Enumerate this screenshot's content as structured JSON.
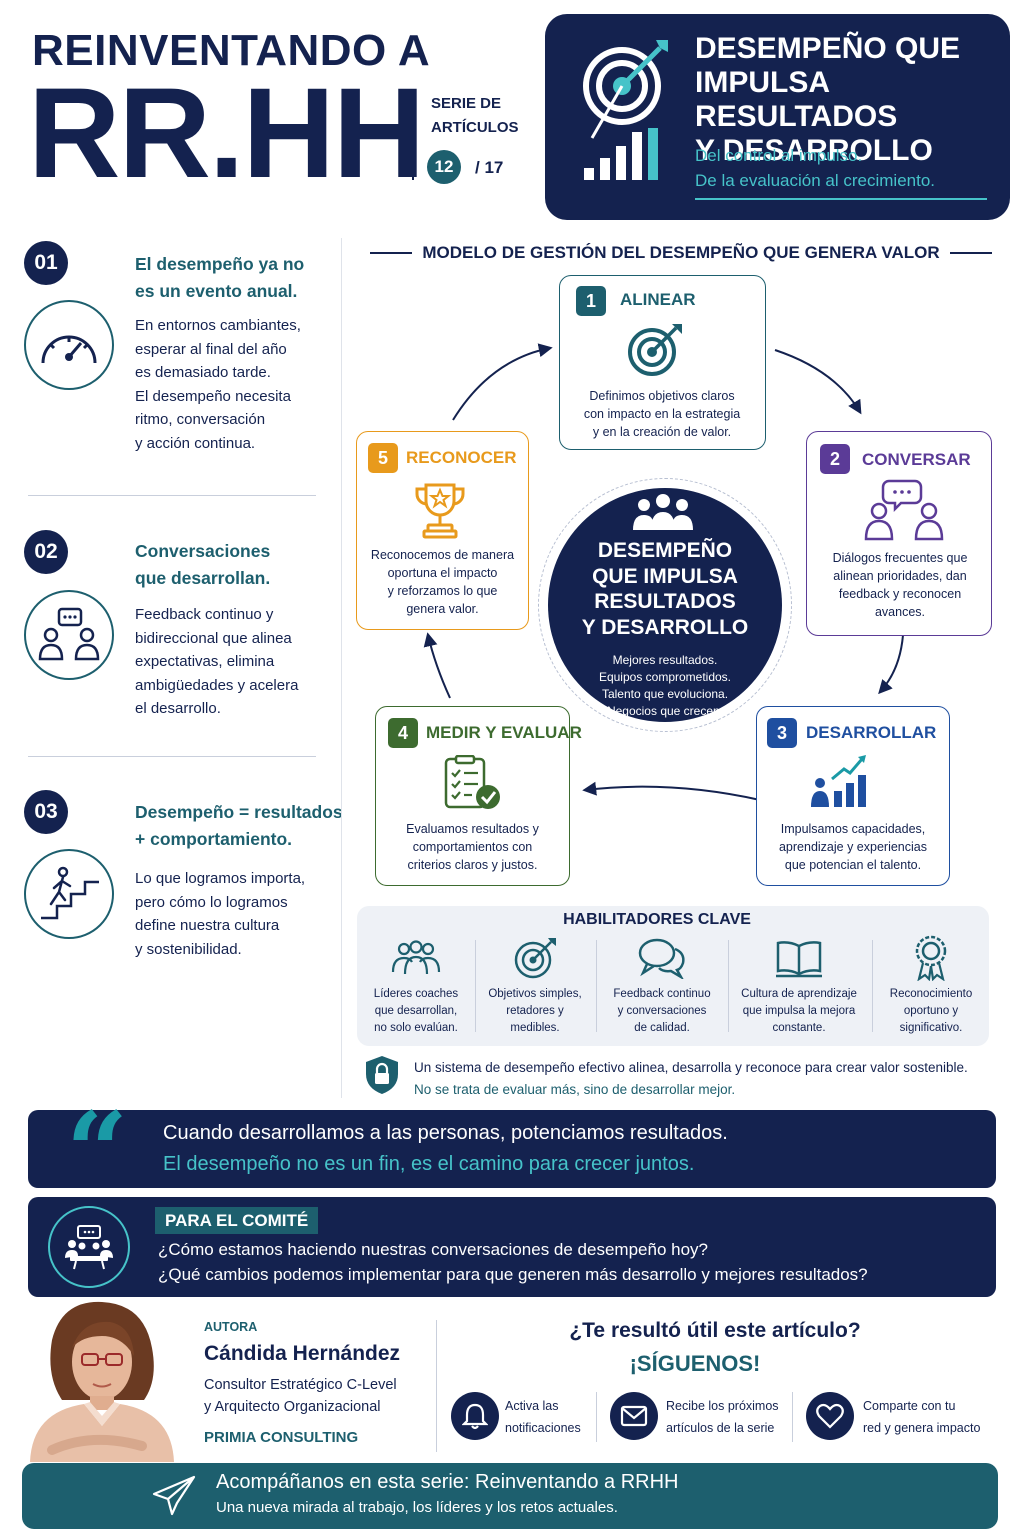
{
  "header": {
    "pre_title": "REINVENTANDO A",
    "big_title": "RR.HH.",
    "series_label_1": "SERIE DE",
    "series_label_2": "ARTÍCULOS",
    "series_current": "12",
    "series_total": "/ 17"
  },
  "hero": {
    "title_1": "DESEMPEÑO QUE",
    "title_2": "IMPULSA RESULTADOS",
    "title_3": "Y DESARROLLO",
    "subtitle_1": "Del control al impulso.",
    "subtitle_2": "De la evaluación al crecimiento.",
    "icon": "target-growth-icon"
  },
  "left_points": [
    {
      "number": "01",
      "title_1": "El desempeño ya no",
      "title_2": "es un evento anual.",
      "body": "En entornos cambiantes,\nesperar al final del año\nes demasiado tarde.\nEl desempeño necesita\nritmo, conversación\ny acción continua.",
      "icon": "speedometer-icon"
    },
    {
      "number": "02",
      "title_1": "Conversaciones",
      "title_2": "que desarrollan.",
      "body": "Feedback continuo y\nbidireccional que alinea\nexpectativas, elimina\nambigüedades y acelera\nel desarrollo.",
      "icon": "conversation-icon"
    },
    {
      "number": "03",
      "title_1": "Desempeño = resultados",
      "title_2": "+ comportamiento.",
      "body": "Lo que logramos importa,\npero cómo lo logramos\ndefine nuestra cultura\ny sostenibilidad.",
      "icon": "stairs-climber-icon"
    }
  ],
  "model": {
    "title": "MODELO DE GESTIÓN DEL DESEMPEÑO QUE GENERA VALOR",
    "center_title": "DESEMPEÑO\nQUE IMPULSA\nRESULTADOS\nY DESARROLLO",
    "center_sub": "Mejores resultados.\nEquipos comprometidos.\nTalento que evoluciona.\nNegocios que crecen.",
    "steps": [
      {
        "number": "1",
        "label": "ALINEAR",
        "desc": "Definimos objetivos claros\ncon impacto en la estrategia\ny en la creación de valor.",
        "color": "#1d5f6e",
        "icon": "target-icon"
      },
      {
        "number": "2",
        "label": "CONVERSAR",
        "desc": "Diálogos frecuentes que\nalinean prioridades, dan\nfeedback y reconocen\navances.",
        "color": "#5b3b97",
        "icon": "dialogue-icon"
      },
      {
        "number": "3",
        "label": "DESARROLLAR",
        "desc": "Impulsamos capacidades,\naprendizaje y experiencias\nque potencian el talento.",
        "color": "#1f4fa0",
        "icon": "growth-chart-icon"
      },
      {
        "number": "4",
        "label": "MEDIR Y EVALUAR",
        "desc": "Evaluamos resultados y\ncomportamientos con\ncriterios claros y justos.",
        "color": "#3d6b2f",
        "icon": "checklist-icon"
      },
      {
        "number": "5",
        "label": "RECONOCER",
        "desc": "Reconocemos de manera\noportuna el impacto\ny reforzamos lo que\ngenera valor.",
        "color": "#e89a1c",
        "icon": "trophy-icon"
      }
    ]
  },
  "enablers": {
    "title": "HABILITADORES CLAVE",
    "items": [
      {
        "text": "Líderes coaches\nque desarrollan,\nno solo evalúan.",
        "icon": "team-icon"
      },
      {
        "text": "Objetivos simples,\nretadores y\nmedibles.",
        "icon": "target-icon"
      },
      {
        "text": "Feedback continuo\ny conversaciones\nde calidad.",
        "icon": "chat-bubbles-icon"
      },
      {
        "text": "Cultura de aprendizaje\nque impulsa la mejora\nconstante.",
        "icon": "book-icon"
      },
      {
        "text": "Reconocimiento\noportuno y\nsignificativo.",
        "icon": "award-ribbon-icon"
      }
    ],
    "note_1": "Un sistema de desempeño efectivo alinea, desarrolla y reconoce para crear valor sostenible.",
    "note_2": "No se trata de evaluar más, sino de desarrollar mejor."
  },
  "quote": {
    "mark": "“",
    "line_1": "Cuando desarrollamos a las personas, potenciamos resultados.",
    "line_2": "El desempeño no es un fin, es el camino para crecer juntos."
  },
  "committee": {
    "tag": "PARA EL COMITÉ",
    "question_1": "¿Cómo estamos haciendo nuestras conversaciones de desempeño hoy?",
    "question_2": "¿Qué cambios podemos implementar para que generen más desarrollo y mejores resultados?",
    "icon": "meeting-table-icon"
  },
  "author": {
    "role": "AUTORA",
    "name": "Cándida Hernández",
    "desc": "Consultor Estratégico C-Level\ny Arquitecto Organizacional",
    "company": "PRIMIA CONSULTING"
  },
  "follow": {
    "question": "¿Te resultó útil este artículo?",
    "cta": "¡SÍGUENOS!",
    "items": [
      {
        "text": "Activa las\nnotificaciones",
        "icon": "bell-icon"
      },
      {
        "text": "Recibe los próximos\nartículos de la serie",
        "icon": "mail-icon"
      },
      {
        "text": "Comparte con tu\nred y genera impacto",
        "icon": "heart-icon"
      }
    ]
  },
  "footer": {
    "line_1": "Acompáñanos en esta serie: Reinventando a RRHH",
    "line_2": "Una nueva mirada al trabajo, los líderes y los retos actuales."
  },
  "colors": {
    "navy": "#14224f",
    "teal": "#1d5f6e",
    "aqua": "#46c3c9"
  }
}
